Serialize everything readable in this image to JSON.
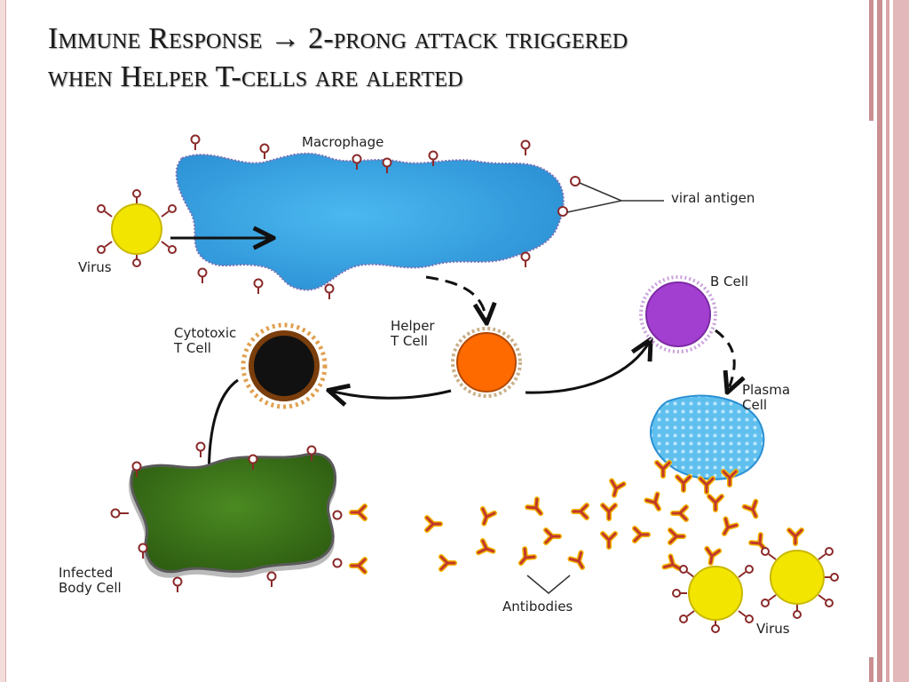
{
  "title": {
    "line1": "Immune Response → 2-prong attack triggered",
    "line2": "when Helper T-cells are alerted"
  },
  "diagram": {
    "labels": {
      "macrophage": "Macrophage",
      "viral_antigen": "viral antigen",
      "virus_left": "Virus",
      "b_cell": "B Cell",
      "helper_line1": "Helper",
      "helper_line2": "T Cell",
      "cytotoxic_line1": "Cytotoxic",
      "cytotoxic_line2": "T Cell",
      "plasma_line1": "Plasma",
      "plasma_line2": "Cell",
      "infected_line1": "Infected",
      "infected_line2": "Body Cell",
      "antibodies": "Antibodies",
      "virus_right": "Virus"
    },
    "colors": {
      "macrophage": "#3aa7e6",
      "virus": "#f2e600",
      "helper_t_cell": "#ff6a00",
      "cytotoxic_t_cell": "#111111",
      "b_cell": "#a23fd0",
      "plasma_cell": "#6cc6f0",
      "infected_cell": "#3f7a1a",
      "antibody": "#c0392b",
      "antigen_marker": "#8b2a2a"
    }
  }
}
